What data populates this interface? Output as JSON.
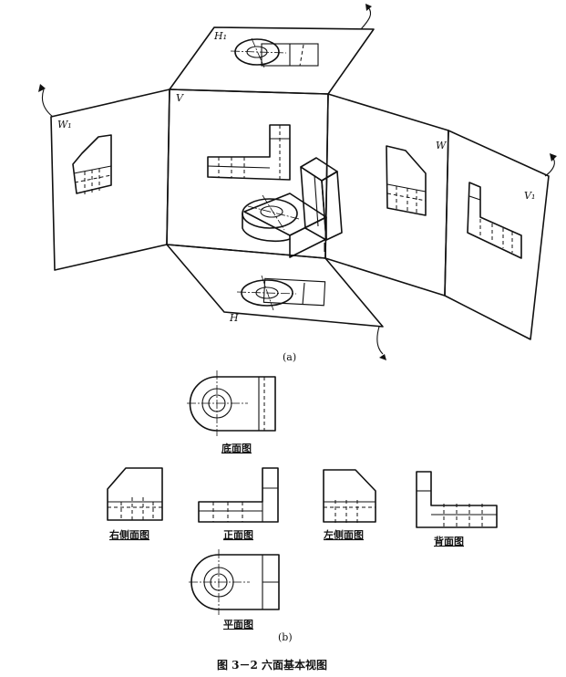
{
  "part_a": {
    "label": "(a)",
    "planes": {
      "top": "H₁",
      "front": "V",
      "left": "W₁",
      "right": "W",
      "far_right": "V₁",
      "bottom": "H"
    }
  },
  "part_b": {
    "label": "(b)",
    "views": {
      "bottom_view": "底面图",
      "right_side_view": "右侧面图",
      "front_view": "正面图",
      "left_side_view": "左侧面图",
      "back_view": "背面图",
      "plan_view": "平面图"
    }
  },
  "caption": "图 3－2 六面基本视图"
}
